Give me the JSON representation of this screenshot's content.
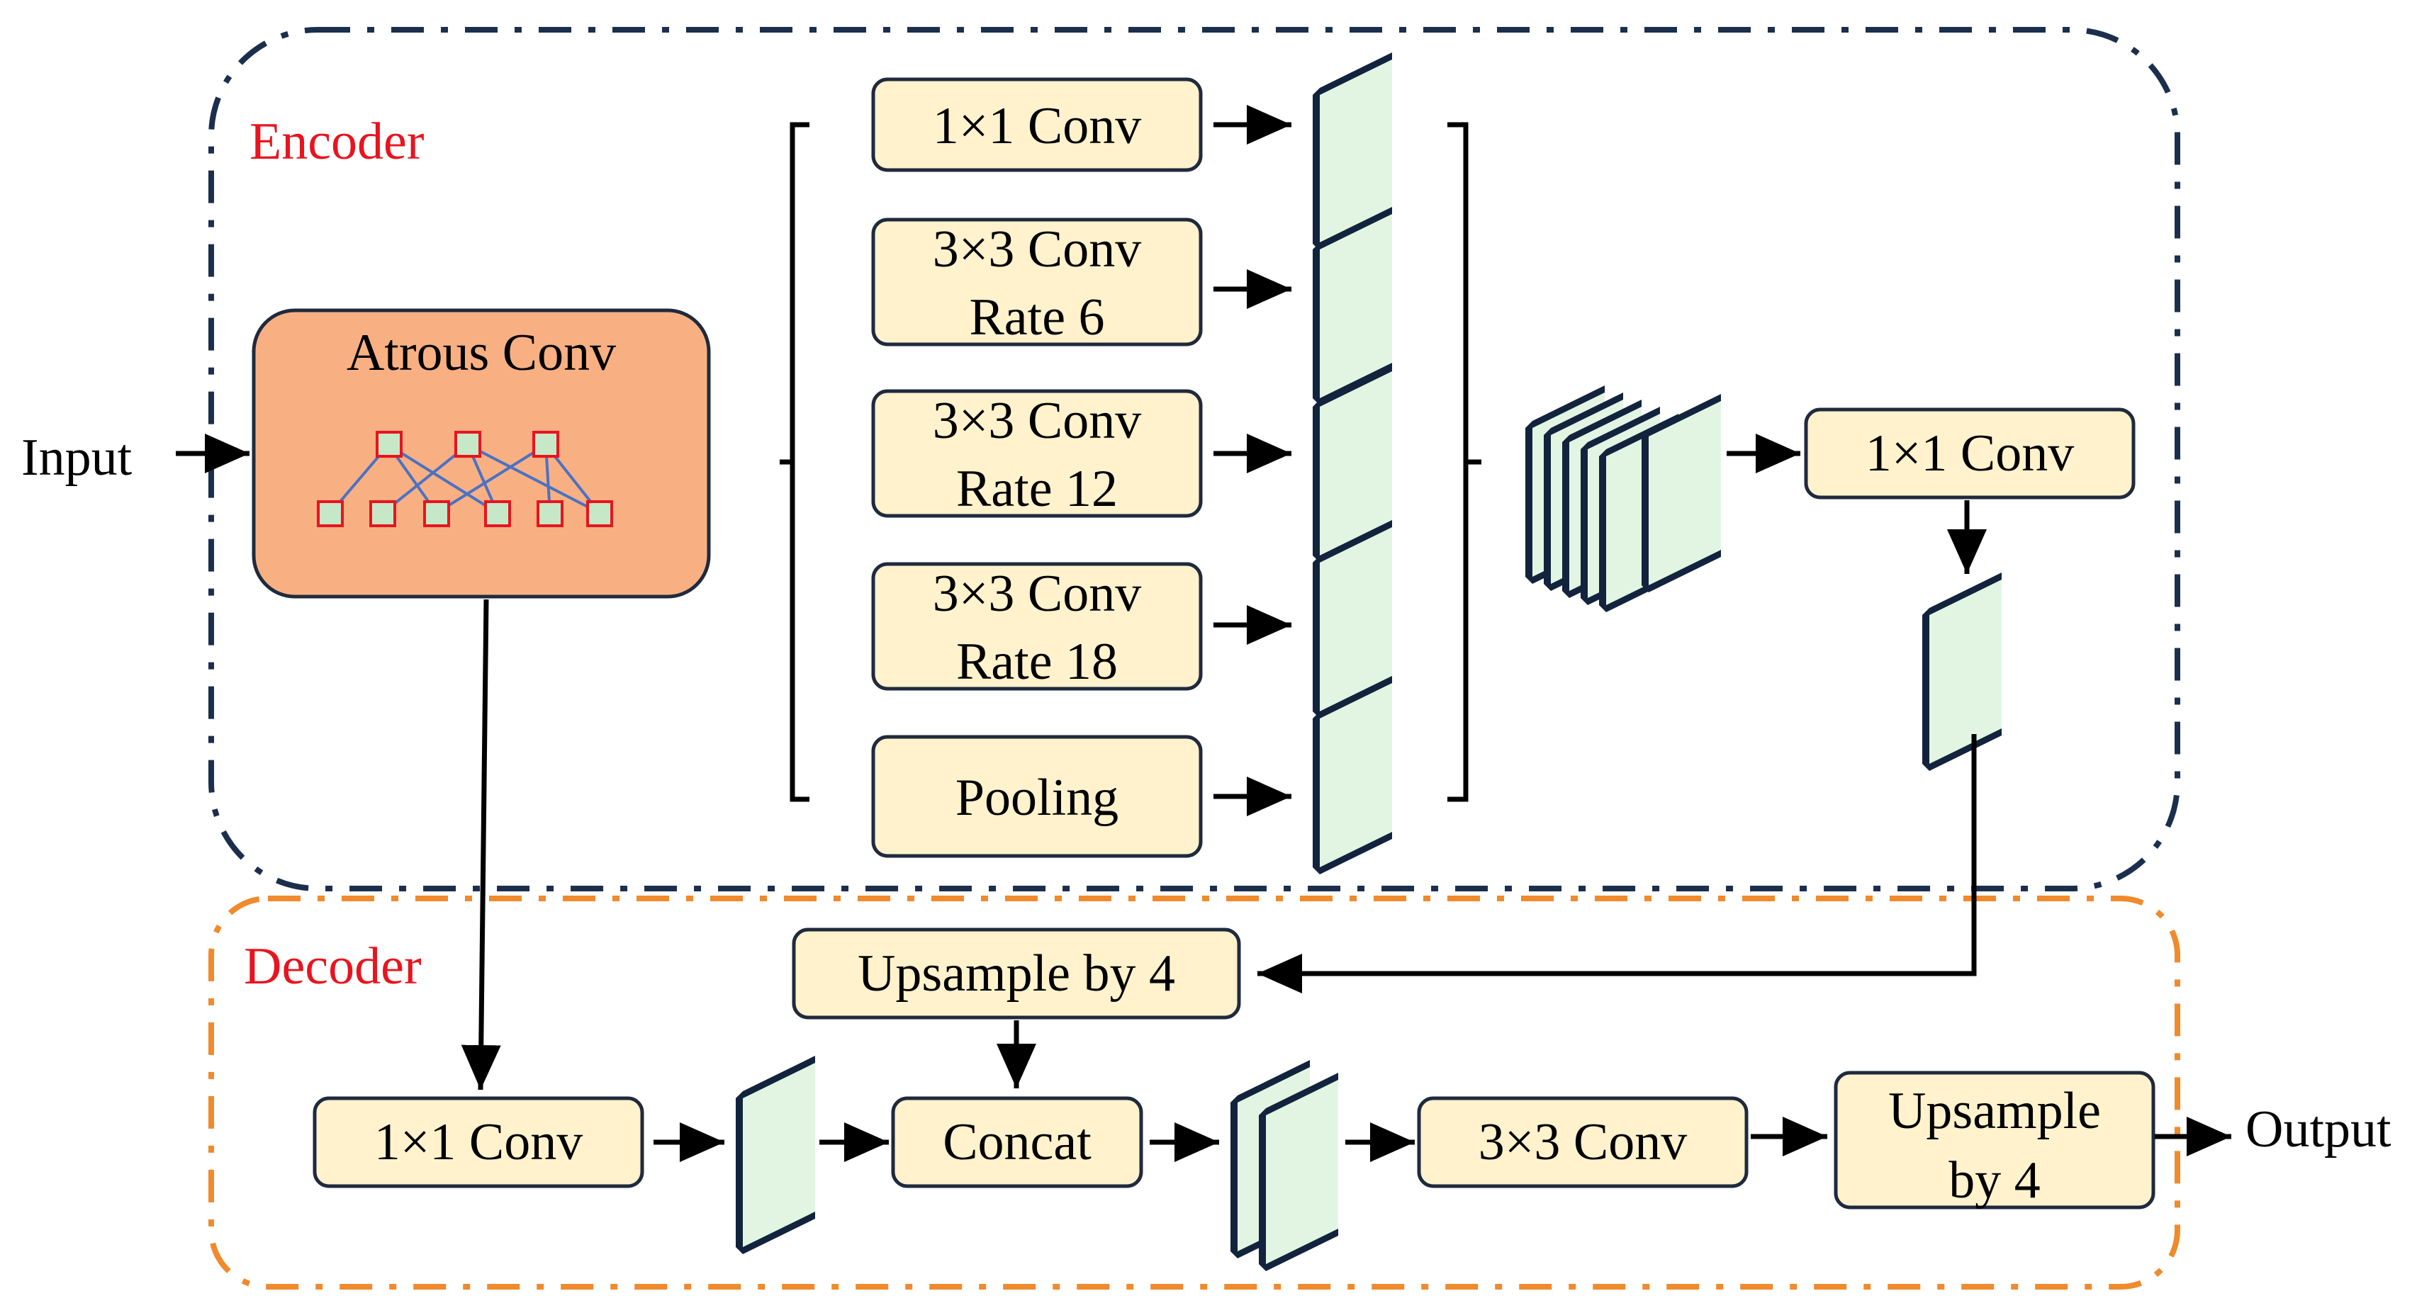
{
  "labels": {
    "input": "Input",
    "output": "Output",
    "encoder": "Encoder",
    "decoder": "Decoder"
  },
  "atrous": {
    "title": "Atrous Conv"
  },
  "aspp": {
    "branch_1x1": "1×1 Conv",
    "branch_r6_line1": "3×3 Conv",
    "branch_r6_line2": "Rate 6",
    "branch_r12_line1": "3×3 Conv",
    "branch_r12_line2": "Rate 12",
    "branch_r18_line1": "3×3 Conv",
    "branch_r18_line2": "Rate 18",
    "branch_pool": "Pooling"
  },
  "encoder_out": {
    "conv_1x1": "1×1 Conv"
  },
  "decoder": {
    "upsample_mid": "Upsample by 4",
    "conv_1x1": "1×1 Conv",
    "concat": "Concat",
    "conv_3x3": "3×3 Conv",
    "upsample_final_line1": "Upsample",
    "upsample_final_line2": "by 4"
  },
  "colors": {
    "encoder_border": "#1b2f4d",
    "decoder_border": "#f08a2c",
    "section_label": "#e8141e",
    "box_fill": "#fff2cc",
    "box_stroke": "#1f2a3d",
    "atrous_fill": "#f8b083",
    "atrous_stroke": "#1f2a3d",
    "node_fill": "#c7e8c7",
    "node_stroke": "#e8141e",
    "edge_color": "#4a72c4",
    "feature_face": "#e2f5e2",
    "feature_side": "#12233d"
  },
  "icons": {
    "arrow": "arrow-right-icon",
    "feature_map": "feature-map-icon",
    "brace": "bracket-icon"
  }
}
